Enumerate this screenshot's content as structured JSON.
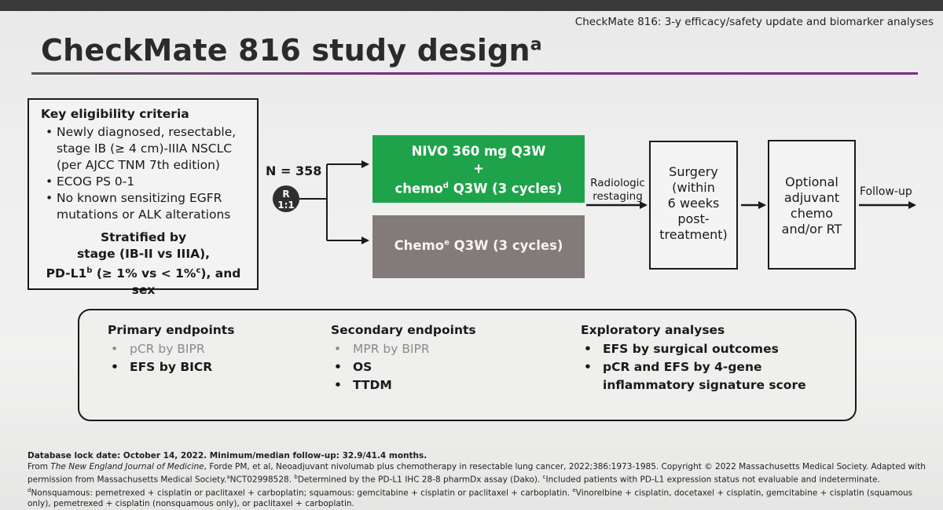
{
  "header": {
    "tag": "CheckMate 816: 3-y efficacy/safety update and biomarker analyses",
    "title": "CheckMate 816 study design",
    "title_sup": "a"
  },
  "criteria": {
    "heading": "Key eligibility criteria",
    "items": [
      "Newly diagnosed, resectable, stage IB (≥ 4 cm)-IIIA NSCLC (per AJCC TNM 7th edition)",
      "ECOG PS 0-1",
      "No known sensitizing EGFR mutations or ALK alterations"
    ],
    "strat_line1": "Stratified by",
    "strat_line2": "stage (IB-II vs IIIA),",
    "strat_line3a": "PD-L1",
    "strat_sup_b": "b",
    "strat_line3b": " (≥ 1% vs < 1%",
    "strat_sup_c": "c",
    "strat_line3c": "), and sex"
  },
  "randomization": {
    "n": "N = 358",
    "r": "R",
    "ratio": "1:1"
  },
  "arms": {
    "nivo_line1": "NIVO 360 mg Q3W",
    "nivo_plus": "+",
    "nivo_line3a": "chemo",
    "nivo_sup": "d",
    "nivo_line3b": " Q3W (3 cycles)",
    "chemo_a": "Chemo",
    "chemo_sup": "e",
    "chemo_b": " Q3W (3 cycles)"
  },
  "flow": {
    "restaging_1": "Radiologic",
    "restaging_2": "restaging",
    "surgery": [
      "Surgery",
      "(within",
      "6 weeks",
      "post-",
      "treatment)"
    ],
    "adjuvant": [
      "Optional",
      "adjuvant",
      "chemo",
      "and/or RT"
    ],
    "followup": "Follow-up"
  },
  "endpoints": {
    "primary": {
      "heading": "Primary endpoints",
      "items": [
        "pCR by BIPR",
        "EFS by BICR"
      ]
    },
    "secondary": {
      "heading": "Secondary endpoints",
      "items": [
        "MPR by BIPR",
        "OS",
        "TTDM"
      ]
    },
    "exploratory": {
      "heading": "Exploratory analyses",
      "items": [
        "EFS by surgical outcomes",
        "pCR and EFS by 4-gene inflammatory signature score"
      ]
    }
  },
  "footnotes": {
    "lock": "Database lock date: October 14, 2022. Minimum/median follow-up: 32.9/41.4 months.",
    "from_a": "From ",
    "journal": "The New England Journal of Medicine",
    "from_b": ", Forde PM, et al, Neoadjuvant nivolumab plus chemotherapy in resectable lung cancer, 2022;386:1973-1985. Copyright © 2022 Massachusetts Medical Society. Adapted with permission from Massachusetts Medical Society.",
    "note_a": "NCT02998528. ",
    "note_b": "Determined by the PD-L1 IHC 28-8 pharmDx assay (Dako). ",
    "note_c": "Included patients with PD-L1 expression status not evaluable and indeterminate. ",
    "note_d": "Nonsquamous: pemetrexed + cisplatin or paclitaxel + carboplatin; squamous: gemcitabine + cisplatin or paclitaxel + carboplatin. ",
    "note_e": "Vinorelbine + cisplatin, docetaxel + cisplatin, gemcitabine + cisplatin (squamous only), pemetrexed + cisplatin (nonsquamous only), or paclitaxel + carboplatin.",
    "sup_a": "a",
    "sup_b": "b",
    "sup_c": "c",
    "sup_d": "d",
    "sup_e": "e"
  },
  "colors": {
    "nivo_arm": "#1fa34a",
    "chemo_arm": "#827b79",
    "title_rule": "#7e2a8a"
  }
}
